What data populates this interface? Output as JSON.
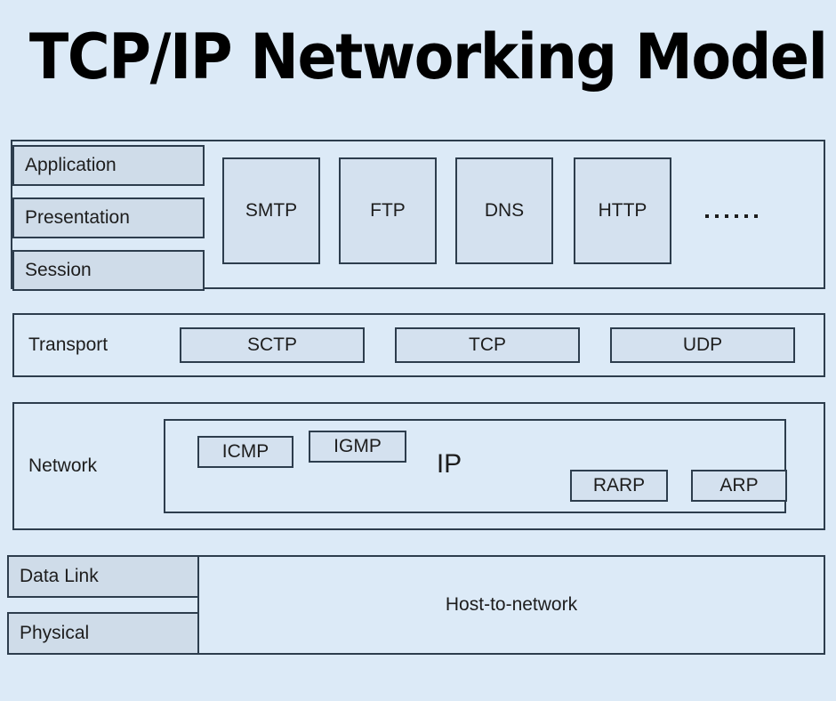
{
  "title": "TCP/IP Networking Model",
  "colors": {
    "background": "#dceaf7",
    "border": "#2d3d4d",
    "label_fill": "#cfdce9",
    "protocol_fill": "#d4e1ef",
    "text": "#1d1d1d"
  },
  "layers": {
    "application_group": {
      "labels": [
        {
          "text": "Application"
        },
        {
          "text": "Presentation"
        },
        {
          "text": "Session"
        }
      ],
      "protocols": [
        {
          "text": "SMTP"
        },
        {
          "text": "FTP"
        },
        {
          "text": "DNS"
        },
        {
          "text": "HTTP"
        }
      ],
      "more": "......"
    },
    "transport_group": {
      "label": "Transport",
      "protocols": [
        {
          "text": "SCTP"
        },
        {
          "text": "TCP"
        },
        {
          "text": "UDP"
        }
      ]
    },
    "network_group": {
      "label": "Network",
      "main_protocol": "IP",
      "protocols": [
        {
          "text": "ICMP"
        },
        {
          "text": "IGMP"
        },
        {
          "text": "RARP"
        },
        {
          "text": "ARP"
        }
      ]
    },
    "link_group": {
      "labels": [
        {
          "text": "Data Link"
        },
        {
          "text": "Physical"
        }
      ],
      "description": "Host-to-network"
    }
  }
}
